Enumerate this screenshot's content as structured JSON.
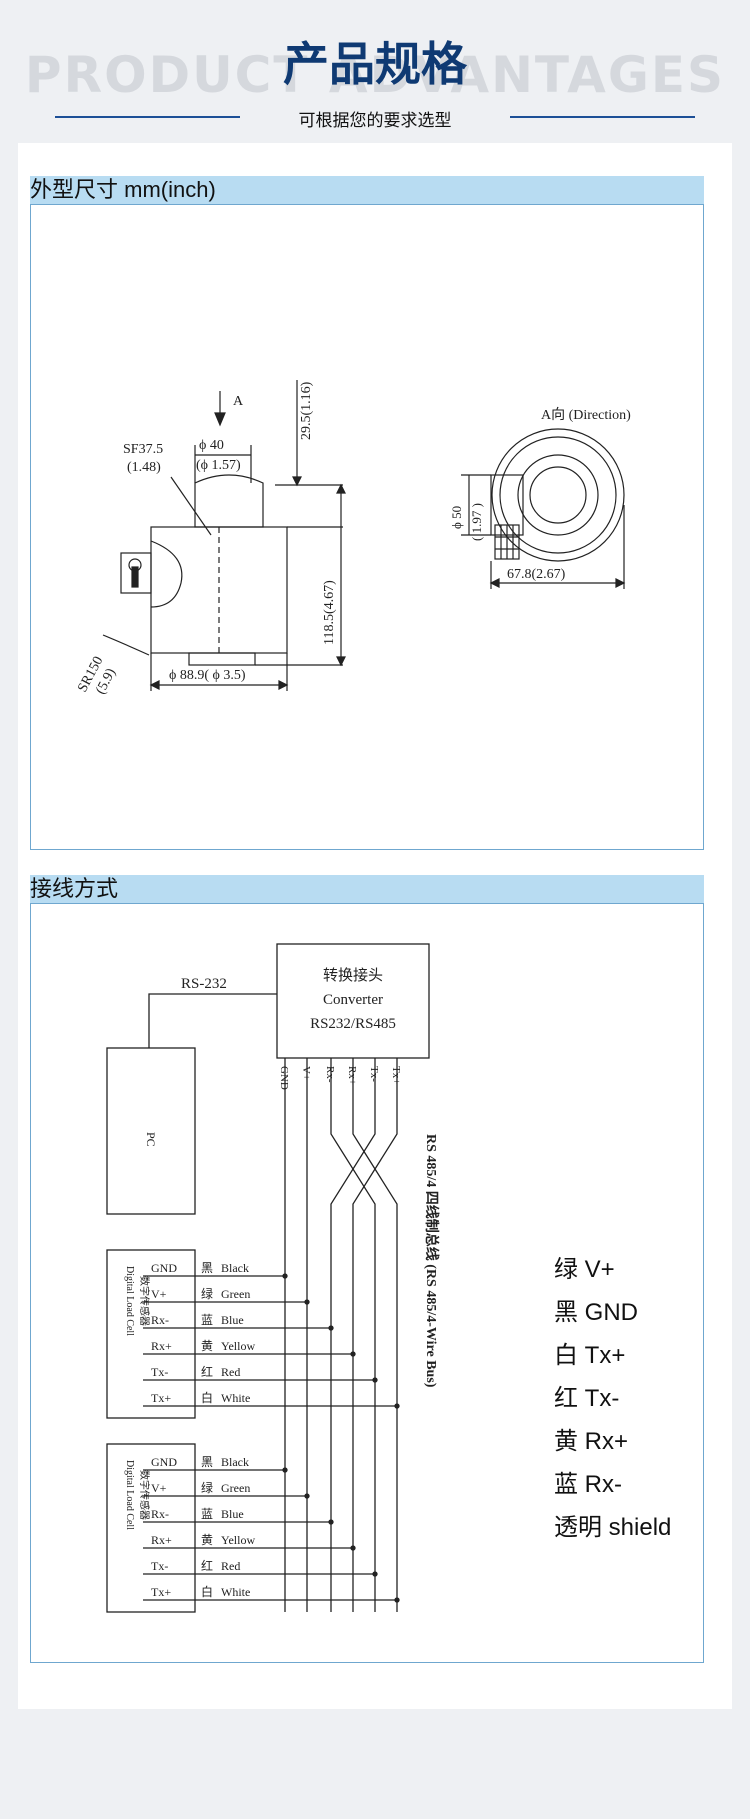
{
  "header": {
    "title": "产品规格",
    "watermark": "PRODUCT ADVANTAGES",
    "subtitle": "可根据您的要求选型"
  },
  "dimensions_section": {
    "title": "外型尺寸 mm(inch)",
    "labels": {
      "arrow_a": "A",
      "sf": "SF37.5",
      "sf_inch": "(1.48)",
      "phi40": "ϕ 40",
      "phi157": "(ϕ 1.57)",
      "h295": "29.5(1.16)",
      "h1185": "118.5(4.67)",
      "sr": "SR150",
      "sr_inch": "(5.9)",
      "width": "ϕ 88.9( ϕ 3.5)",
      "direction": "A向 (Direction)",
      "phi50": "ϕ 50",
      "phi50_inch": "( 1.97 )",
      "side": "67.8(2.67)"
    }
  },
  "wiring_section": {
    "title": "接线方式",
    "rs232": "RS-232",
    "converter_cn": "转换接头",
    "converter_en": "Converter",
    "converter_model": "RS232/RS485",
    "pc": "PC",
    "bus_columns": [
      "GND",
      "V+",
      "Rx-",
      "Rx+",
      "Tx-",
      "Tx+"
    ],
    "bus_label": "RS 485/4 四线制总线 (RS 485/4-Wire Bus)",
    "cell_label_en": "Digital Load Cell",
    "cell_label_cn": "数字传感器",
    "cell_rows": [
      {
        "sig": "GND",
        "cn": "黑",
        "en": "Black"
      },
      {
        "sig": "V+",
        "cn": "绿",
        "en": "Green"
      },
      {
        "sig": "Rx-",
        "cn": "蓝",
        "en": "Blue"
      },
      {
        "sig": "Rx+",
        "cn": "黄",
        "en": "Yellow"
      },
      {
        "sig": "Tx-",
        "cn": "红",
        "en": "Red"
      },
      {
        "sig": "Tx+",
        "cn": "白",
        "en": "White"
      }
    ],
    "legend": [
      "绿 V+",
      "黑 GND",
      "白 Tx+",
      "红 Tx-",
      "黄 Rx+",
      "蓝 Rx-",
      "透明 shield"
    ]
  }
}
